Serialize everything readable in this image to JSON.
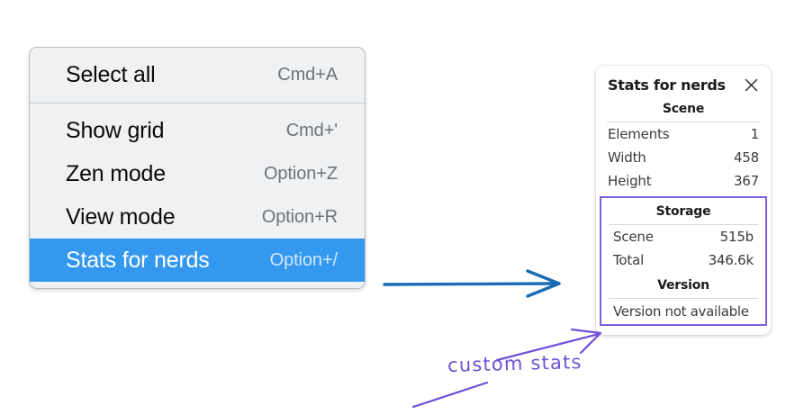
{
  "context_menu": {
    "groups": [
      {
        "items": [
          {
            "label": "Select all",
            "shortcut": "Cmd+A",
            "selected": false
          }
        ]
      },
      {
        "items": [
          {
            "label": "Show grid",
            "shortcut": "Cmd+'",
            "selected": false
          },
          {
            "label": "Zen mode",
            "shortcut": "Option+Z",
            "selected": false
          },
          {
            "label": "View mode",
            "shortcut": "Option+R",
            "selected": false
          },
          {
            "label": "Stats for nerds",
            "shortcut": "Option+/",
            "selected": true
          }
        ]
      }
    ]
  },
  "stats_panel": {
    "title": "Stats for nerds",
    "close_icon": "close-icon",
    "scene": {
      "section_title": "Scene",
      "rows": [
        {
          "key": "Elements",
          "value": "1"
        },
        {
          "key": "Width",
          "value": "458"
        },
        {
          "key": "Height",
          "value": "367"
        }
      ]
    },
    "storage": {
      "section_title": "Storage",
      "rows": [
        {
          "key": "Scene",
          "value": "515b"
        },
        {
          "key": "Total",
          "value": "346.6k"
        }
      ]
    },
    "version": {
      "section_title": "Version",
      "note": "Version not available"
    }
  },
  "annotations": {
    "custom_stats_label": "custom stats",
    "arrow_colors": {
      "blue_arrow": "#1b6cb5",
      "purple_arrow": "#6f4fd8",
      "highlight_box": "#7c5cdf"
    }
  },
  "colors": {
    "menu_background": "#eff1f3",
    "menu_selected": "#3498ef",
    "panel_background": "#ffffff",
    "page_background": "#ffffff"
  }
}
